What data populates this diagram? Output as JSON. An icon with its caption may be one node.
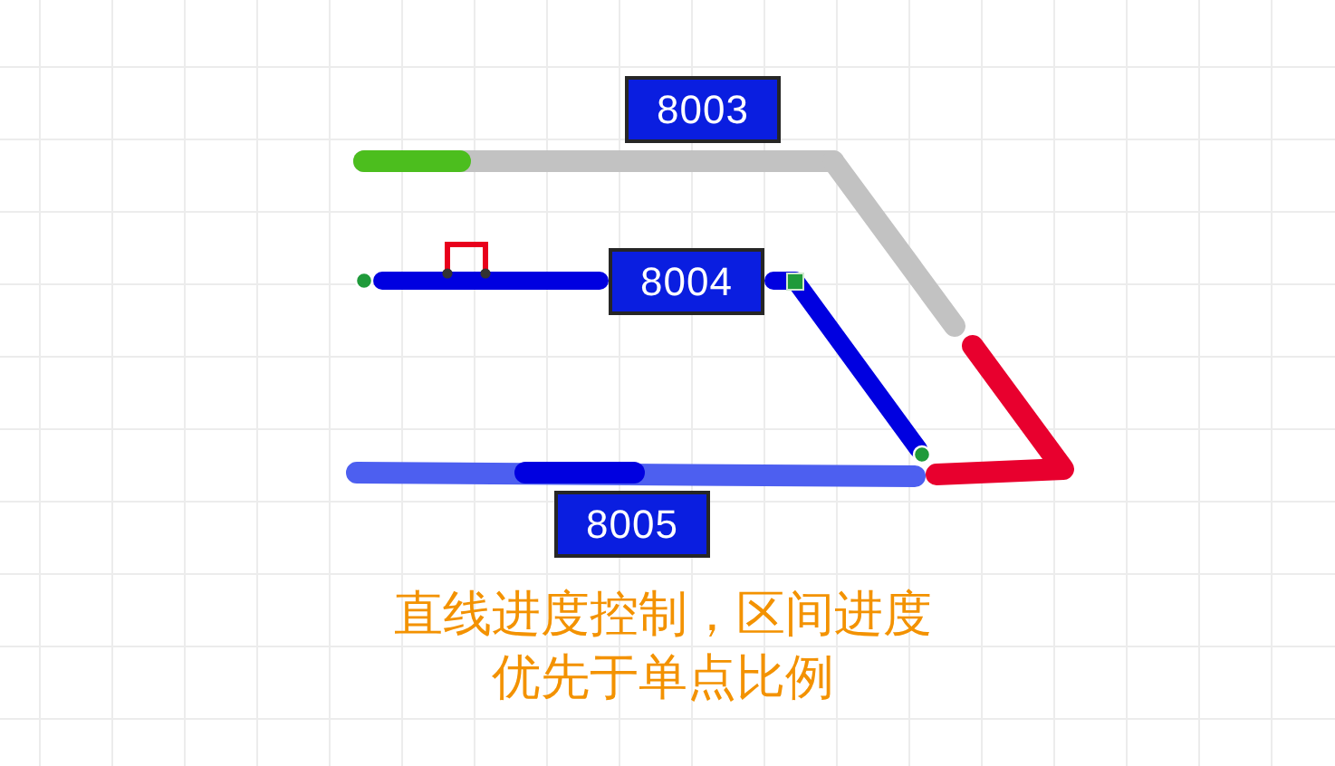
{
  "diagram": {
    "nodes": [
      {
        "text": [
          "8003"
        ]
      },
      {
        "text": [
          "8004"
        ]
      },
      {
        "text": [
          "8005"
        ]
      }
    ],
    "caption": "直线进度控制，区间进度优先于单点比例"
  }
}
